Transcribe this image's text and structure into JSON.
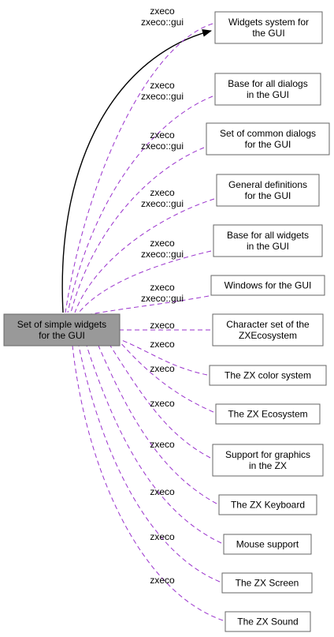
{
  "current_node": {
    "lines": [
      "Set of simple widgets",
      "for the GUI"
    ]
  },
  "nodes": [
    {
      "lines": [
        "Widgets system for",
        "the GUI"
      ]
    },
    {
      "lines": [
        "Base for all dialogs",
        "in the GUI"
      ]
    },
    {
      "lines": [
        "Set of common dialogs",
        "for the GUI"
      ]
    },
    {
      "lines": [
        "General definitions",
        "for the GUI"
      ]
    },
    {
      "lines": [
        "Base for all widgets",
        "in the GUI"
      ]
    },
    {
      "lines": [
        "Windows for the GUI"
      ]
    },
    {
      "lines": [
        "Character set of the",
        "ZXEcosystem"
      ]
    },
    {
      "lines": [
        "The ZX color system"
      ]
    },
    {
      "lines": [
        "The ZX Ecosystem"
      ]
    },
    {
      "lines": [
        "Support for graphics",
        "in the ZX"
      ]
    },
    {
      "lines": [
        "The ZX Keyboard"
      ]
    },
    {
      "lines": [
        "Mouse support"
      ]
    },
    {
      "lines": [
        "The ZX Screen"
      ]
    },
    {
      "lines": [
        "The ZX Sound"
      ]
    }
  ],
  "edge_labels": [
    [
      "zxeco",
      "zxeco::gui"
    ],
    [
      "zxeco",
      "zxeco::gui"
    ],
    [
      "zxeco",
      "zxeco::gui"
    ],
    [
      "zxeco",
      "zxeco::gui"
    ],
    [
      "zxeco",
      "zxeco::gui"
    ],
    [
      "zxeco",
      "zxeco::gui"
    ],
    [
      "zxeco"
    ],
    [
      "zxeco"
    ],
    [
      "zxeco"
    ],
    [
      "zxeco"
    ],
    [
      "zxeco"
    ],
    [
      "zxeco"
    ],
    [
      "zxeco"
    ],
    [
      "zxeco"
    ]
  ],
  "colors": {
    "current_fill": "#999999",
    "dashed_edge": "#9a32cd",
    "solid_edge": "#000000"
  }
}
